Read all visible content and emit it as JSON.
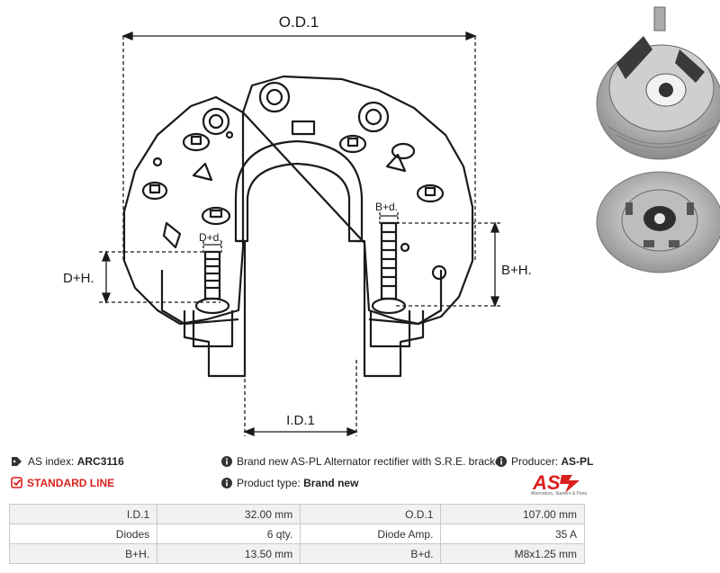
{
  "diagram": {
    "od_label": "O.D.1",
    "id_label": "I.D.1",
    "dh_label": "D+H.",
    "bh_label": "B+H.",
    "dd_label": "D+d.",
    "bd_label": "B+d."
  },
  "info": {
    "index_label": "AS index:",
    "index_value": "ARC3116",
    "standard_line": "STANDARD LINE",
    "description": "Brand new AS-PL Alternator rectifier with S.R.E. bracket",
    "product_type_label": "Product type:",
    "product_type_value": "Brand new",
    "producer_label": "Producer:",
    "producer_value": "AS-PL"
  },
  "logo": {
    "mark": "AS",
    "tagline": "Alternators, Starters & Parts",
    "color": "#d9201f"
  },
  "specs": [
    [
      "I.D.1",
      "32.00 mm",
      "O.D.1",
      "107.00 mm"
    ],
    [
      "Diodes",
      "6 qty.",
      "Diode Amp.",
      "35 A"
    ],
    [
      "B+H.",
      "13.50 mm",
      "B+d.",
      "M8x1.25 mm"
    ]
  ]
}
